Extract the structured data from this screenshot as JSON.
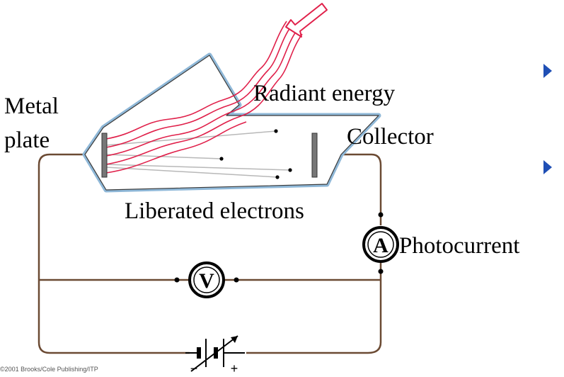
{
  "labels": {
    "metal_plate_line1": "Metal",
    "metal_plate_line2": "plate",
    "radiant_energy": "Radiant energy",
    "collector": "Collector",
    "liberated_electrons": "Liberated electrons",
    "photocurrent": "Photocurrent"
  },
  "meters": {
    "ammeter": "A",
    "voltmeter": "V"
  },
  "battery": {
    "minus": "−",
    "plus": "+"
  },
  "copyright": "©2001 Brooks/Cole Publishing/ITP",
  "colors": {
    "wire": "#6b4a33",
    "tube_outline": "#8fb8d8",
    "light_waves": "#e0204a",
    "arrow_outline": "#e0204a",
    "electron_paths": "#b8b8b8",
    "electrodes": "#777777",
    "bullets": "#1f4fb5"
  }
}
